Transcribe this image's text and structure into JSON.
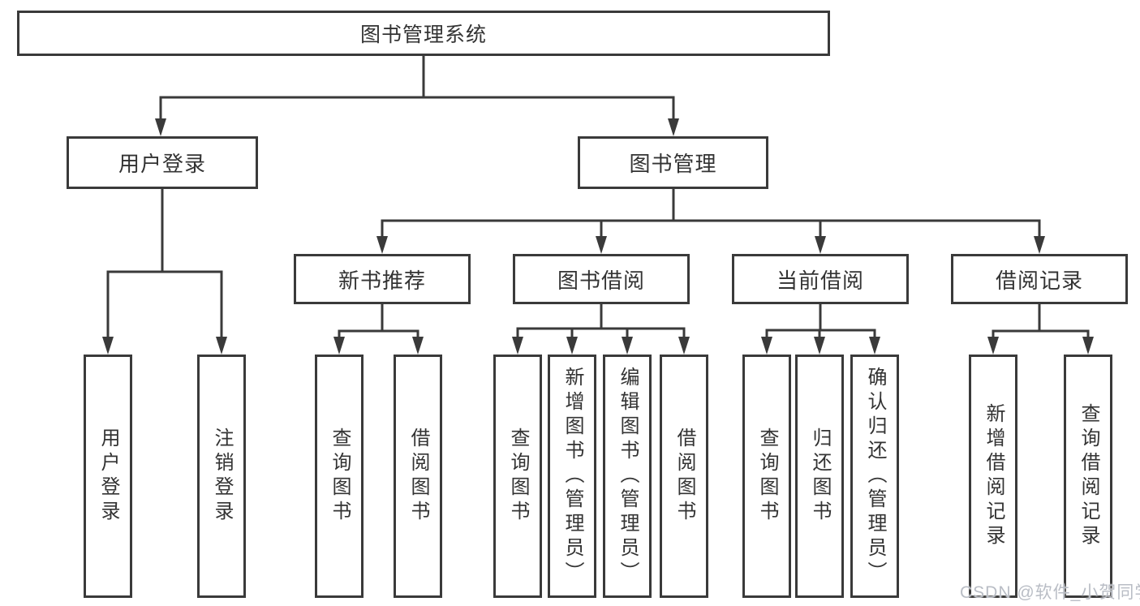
{
  "tree": {
    "root": {
      "label": "图书管理系统"
    },
    "branches": [
      {
        "label": "用户登录",
        "leaves": [
          "用户登录",
          "注销登录"
        ]
      },
      {
        "label": "图书管理",
        "groups": [
          {
            "label": "新书推荐",
            "leaves": [
              "查询图书",
              "借阅图书"
            ]
          },
          {
            "label": "图书借阅",
            "leaves": [
              "查询图书",
              "新增图书（管理员）",
              "编辑图书（管理员）",
              "借阅图书"
            ]
          },
          {
            "label": "当前借阅",
            "leaves": [
              "查询图书",
              "归还图书",
              "确认归还（管理员）"
            ]
          },
          {
            "label": "借阅记录",
            "leaves": [
              "新增借阅记录",
              "查询借阅记录"
            ]
          }
        ]
      }
    ]
  },
  "watermark": "CSDN @软件_小贺同学",
  "colors": {
    "line": "#3a3a3a",
    "border": "#3a3a3a",
    "text": "#333333",
    "watermark": "#b9bdc5",
    "background": "#ffffff"
  }
}
